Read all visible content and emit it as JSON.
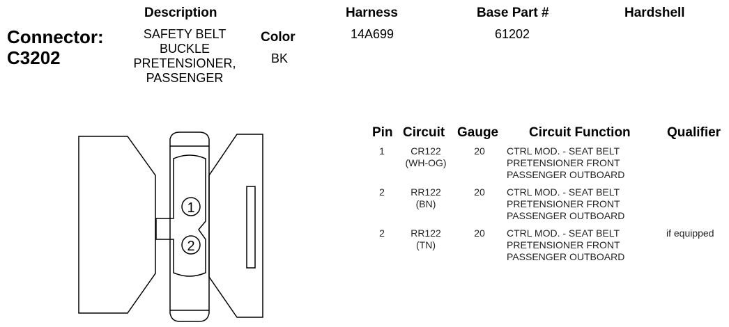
{
  "header": {
    "connector_label": "Connector:",
    "connector_id": "C3202",
    "description_heading": "Description",
    "description_lines": [
      "SAFETY BELT",
      "BUCKLE",
      "PRETENSIONER,",
      "PASSENGER"
    ],
    "color_heading": "Color",
    "color_value": "BK",
    "harness_heading": "Harness",
    "harness_value": "14A699",
    "base_part_heading": "Base Part #",
    "base_part_value": "61202",
    "hardshell_heading": "Hardshell"
  },
  "pin_table": {
    "columns": [
      "Pin",
      "Circuit",
      "Gauge",
      "Circuit Function",
      "Qualifier"
    ],
    "rows": [
      {
        "pin": "1",
        "circuit": [
          "CR122",
          "(WH-OG)"
        ],
        "gauge": "20",
        "function": [
          "CTRL MOD. - SEAT BELT",
          "PRETENSIONER FRONT",
          "PASSENGER OUTBOARD"
        ],
        "qualifier": ""
      },
      {
        "pin": "2",
        "circuit": [
          "RR122",
          "(BN)"
        ],
        "gauge": "20",
        "function": [
          "CTRL MOD. - SEAT BELT",
          "PRETENSIONER FRONT",
          "PASSENGER OUTBOARD"
        ],
        "qualifier": ""
      },
      {
        "pin": "2",
        "circuit": [
          "RR122",
          "(TN)"
        ],
        "gauge": "20",
        "function": [
          "CTRL MOD. - SEAT BELT",
          "PRETENSIONER FRONT",
          "PASSENGER OUTBOARD"
        ],
        "qualifier": "if equipped"
      }
    ]
  },
  "connector_diagram": {
    "pin_labels": [
      "1",
      "2"
    ]
  }
}
